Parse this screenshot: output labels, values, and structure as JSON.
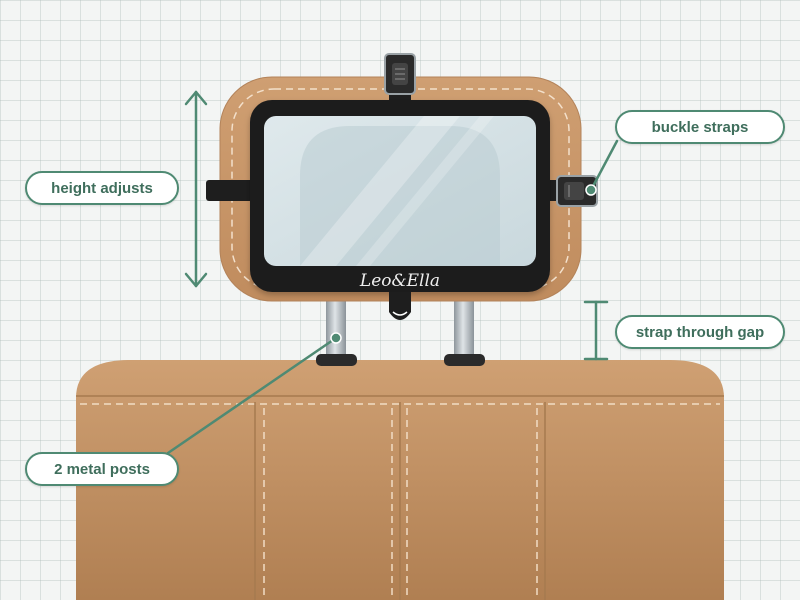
{
  "brand": {
    "text": "Leo&Ella"
  },
  "callouts": {
    "height_adjusts": "height adjusts",
    "buckle_straps": "buckle straps",
    "strap_through_gap": "strap through gap",
    "metal_posts": "2 metal posts"
  },
  "colors": {
    "leather": "#c99a6c",
    "leather_dark": "#a87a50",
    "frame": "#1e1e1e",
    "accent": "#4f8a73",
    "metal": "#b7bec4"
  }
}
